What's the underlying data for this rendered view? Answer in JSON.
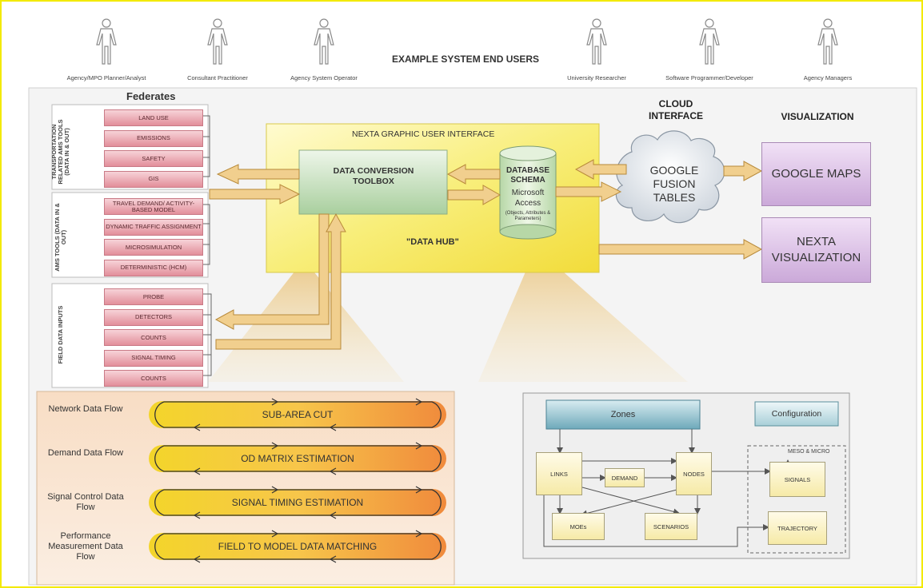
{
  "header": {
    "title": "EXAMPLE SYSTEM END USERS",
    "users": [
      "Agency/MPO Planner/Analyst",
      "Consultant Practitioner",
      "Agency System Operator",
      "University Researcher",
      "Software Programmer/Developer",
      "Agency Managers"
    ]
  },
  "federates": {
    "title": "Federates",
    "groups": [
      {
        "label": "TRANSPORTATION RELATED AMS TOOLS (DATA IN & OUT)",
        "items": [
          "LAND USE",
          "EMISSIONS",
          "SAFETY",
          "GIS"
        ]
      },
      {
        "label": "AMS TOOLS (DATA IN & OUT)",
        "items": [
          "TRAVEL DEMAND/ ACTIVITY-BASED MODEL",
          "DYNAMIC TRAFFIC ASSIGNMENT",
          "MICROSIMULATION",
          "DETERMINISTIC (HCM)"
        ]
      },
      {
        "label": "FIELD DATA INPUTS",
        "items": [
          "PROBE",
          "DETECTORS",
          "COUNTS",
          "SIGNAL TIMING",
          "COUNTS"
        ]
      }
    ]
  },
  "hub": {
    "title": "NEXTA GRAPHIC USER INTERFACE",
    "toolbox": "DATA CONVERSION TOOLBOX",
    "database_title": "DATABASE SCHEMA",
    "database_sub": "Microsoft Access",
    "database_note": "(Objects, Attributes & Parameters)",
    "hub_label": "\"DATA HUB\""
  },
  "cloud": {
    "heading": "CLOUD INTERFACE",
    "label": "GOOGLE FUSION TABLES"
  },
  "visualization": {
    "heading": "VISUALIZATION",
    "boxes": [
      "GOOGLE MAPS",
      "NEXTA VISUALIZATION"
    ]
  },
  "flows": [
    {
      "label": "Network Data Flow",
      "band": "SUB-AREA CUT"
    },
    {
      "label": "Demand Data Flow",
      "band": "OD MATRIX ESTIMATION"
    },
    {
      "label": "Signal Control Data Flow",
      "band": "SIGNAL TIMING ESTIMATION"
    },
    {
      "label": "Performance Measurement Data Flow",
      "band": "FIELD TO MODEL DATA MATCHING"
    }
  ],
  "schema": {
    "zones": "Zones",
    "configuration": "Configuration",
    "meso_label": "MESO & MICRO",
    "nodes": [
      "LINKS",
      "DEMAND",
      "NODES",
      "SIGNALS",
      "MOEs",
      "SCENARIOS",
      "TRAJECTORY"
    ]
  },
  "colors": {
    "border": "#f3ea00",
    "federate_box": "#e28e9a",
    "hub_yellow": "#f4e33a",
    "arrow": "#e8bb68",
    "visual_purple": "#cba9d9",
    "zones_teal": "#7fb6c5"
  }
}
